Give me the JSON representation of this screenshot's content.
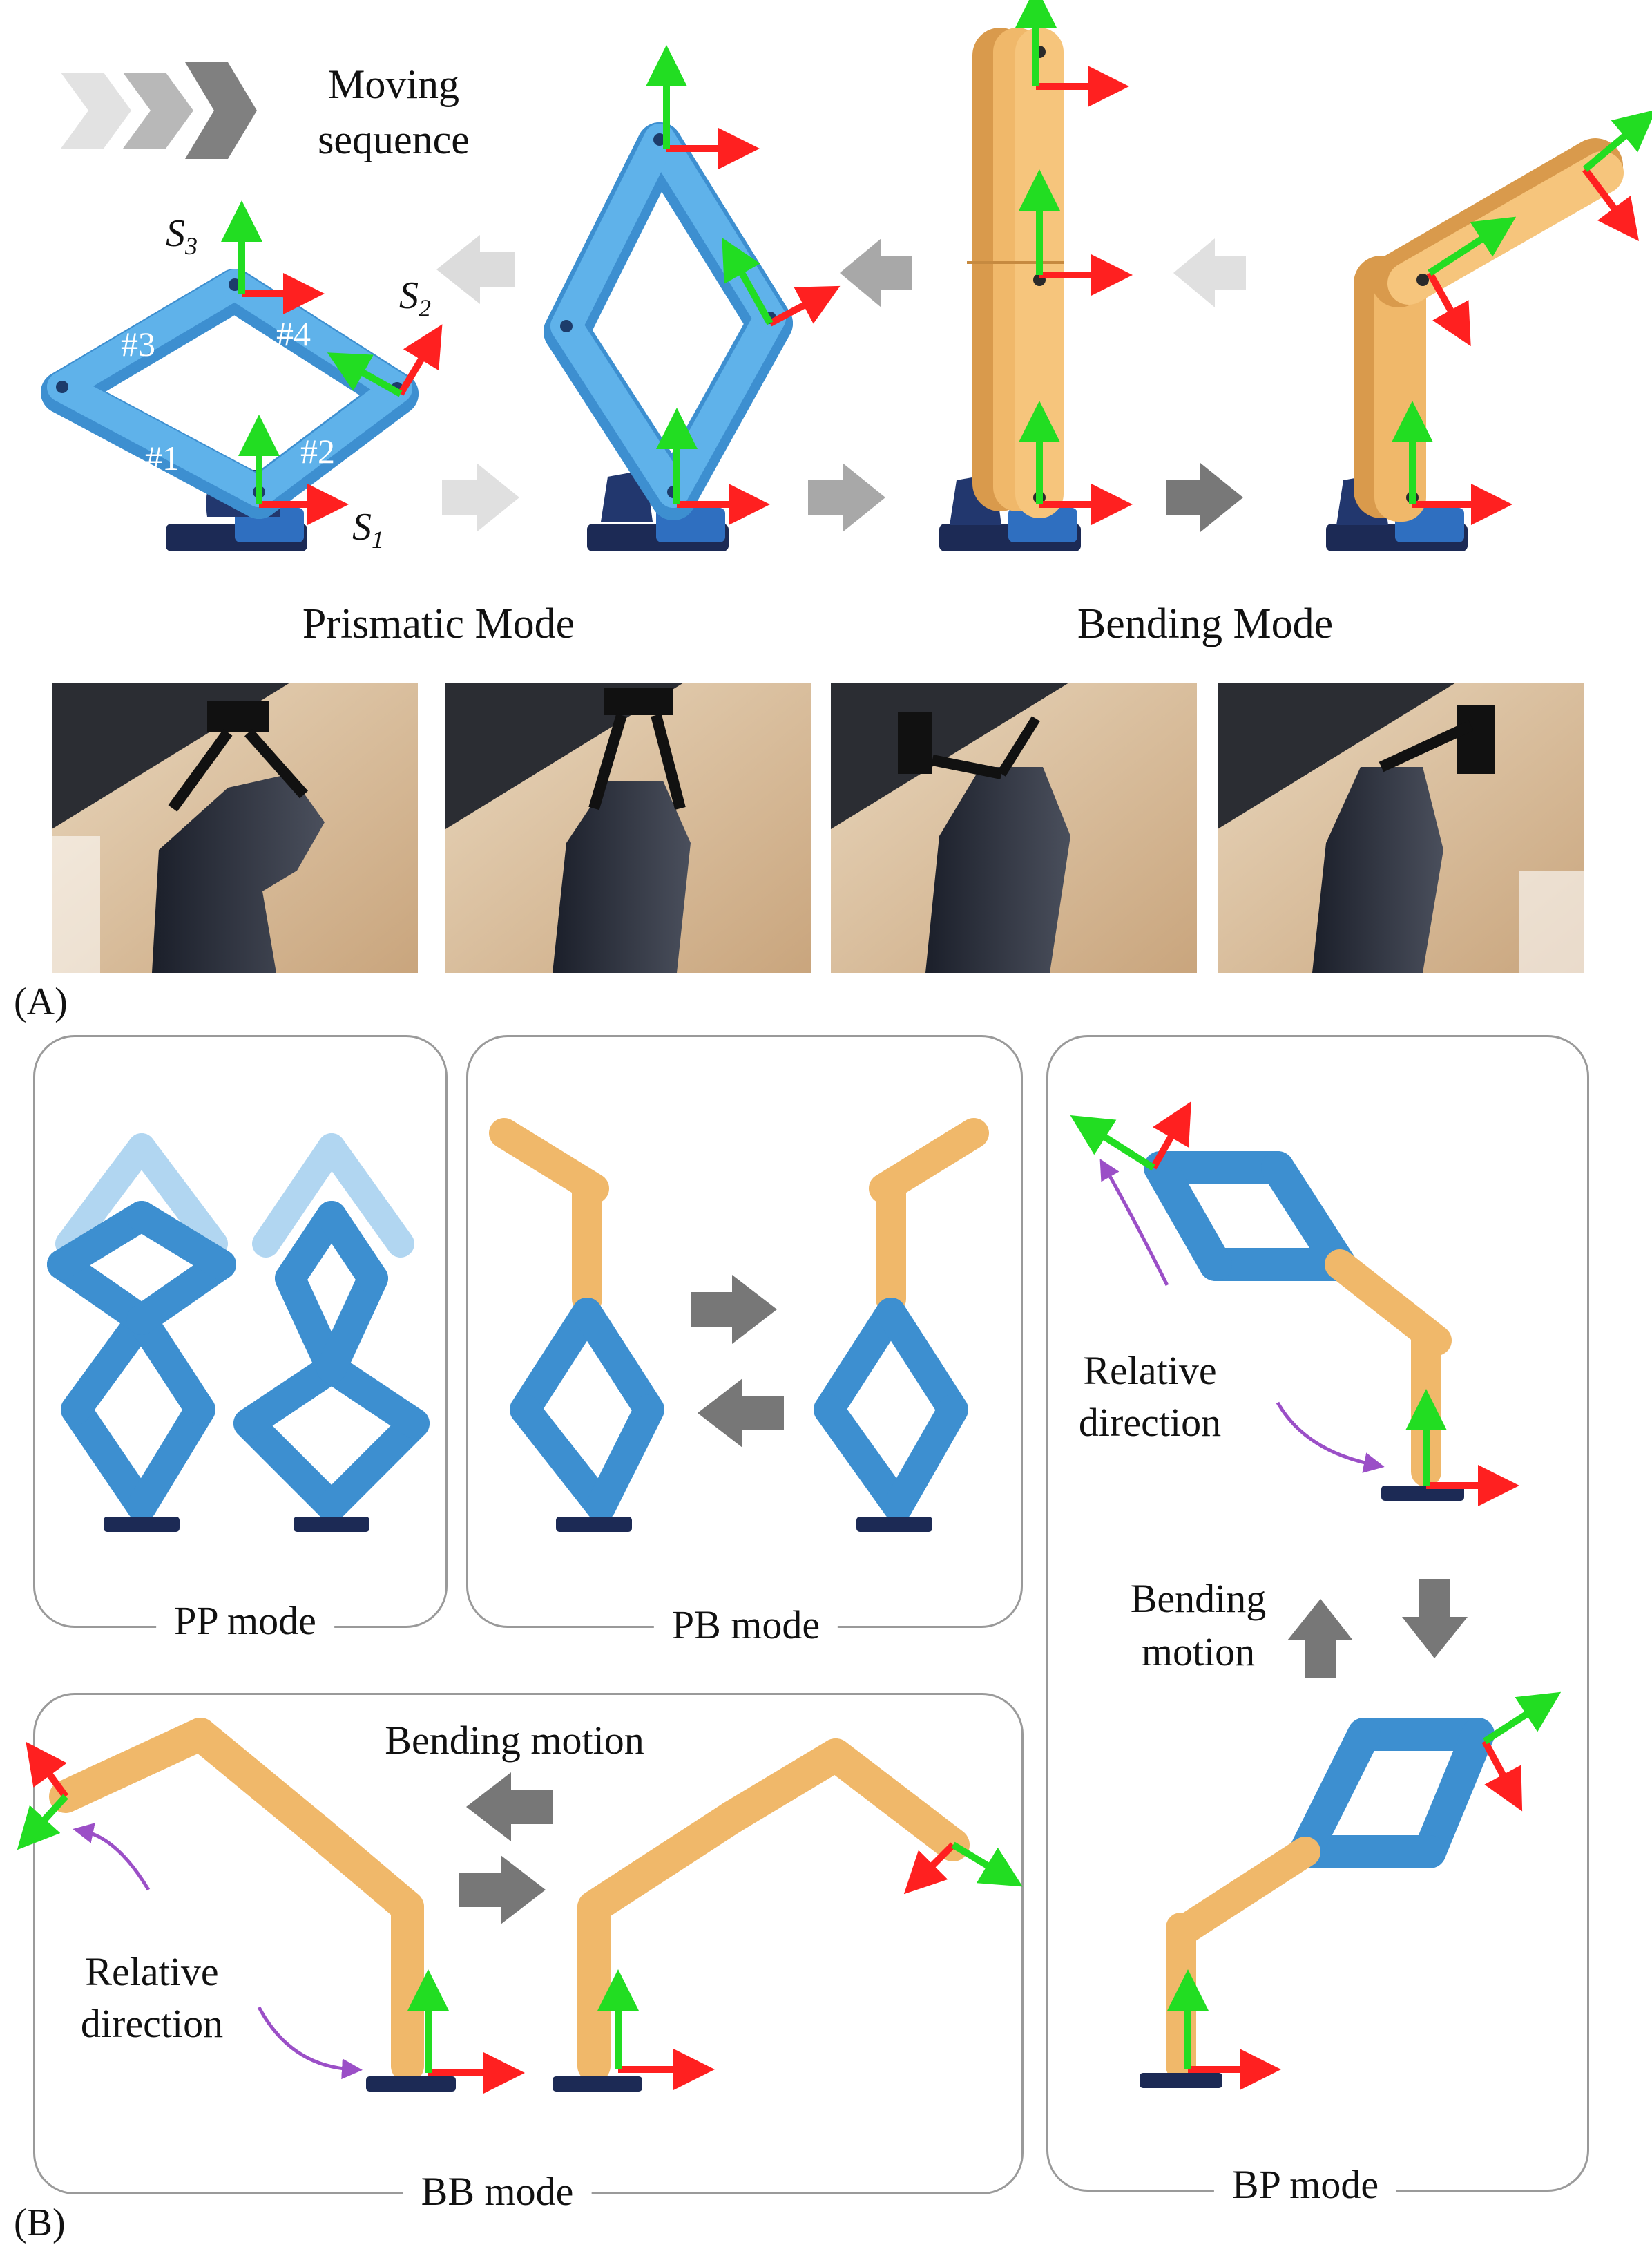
{
  "panel_a": {
    "letter": "(A)",
    "moving_sequence": "Moving\nsequence",
    "moving_sequence_l1": "Moving",
    "moving_sequence_l2": "sequence",
    "prismatic_mode": "Prismatic Mode",
    "bending_mode": "Bending Mode",
    "frames": {
      "s1": "S",
      "s1_sub": "1",
      "s2": "S",
      "s2_sub": "2",
      "s3": "S",
      "s3_sub": "3"
    },
    "links": [
      "#1",
      "#2",
      "#3",
      "#4"
    ],
    "photos": [
      "photo-1",
      "photo-2",
      "photo-3",
      "photo-4"
    ]
  },
  "panel_b": {
    "letter": "(B)",
    "pp_mode": "PP mode",
    "pb_mode": "PB mode",
    "bp_mode": "BP mode",
    "bb_mode": "BB mode",
    "bp_relative_l1": "Relative",
    "bp_relative_l2": "direction",
    "bp_bending_l1": "Bending",
    "bp_bending_l2": "motion",
    "bb_bending": "Bending motion",
    "bb_relative_l1": "Relative",
    "bb_relative_l2": "direction"
  },
  "colors": {
    "link_blue": "#4a9fdc",
    "link_orange": "#f0b86a",
    "base_navy": "#1c2a55",
    "axis_red": "#ff2020",
    "axis_green": "#22dd22",
    "annot_purple": "#9b4fc7",
    "arrow_gray": "#777777"
  }
}
